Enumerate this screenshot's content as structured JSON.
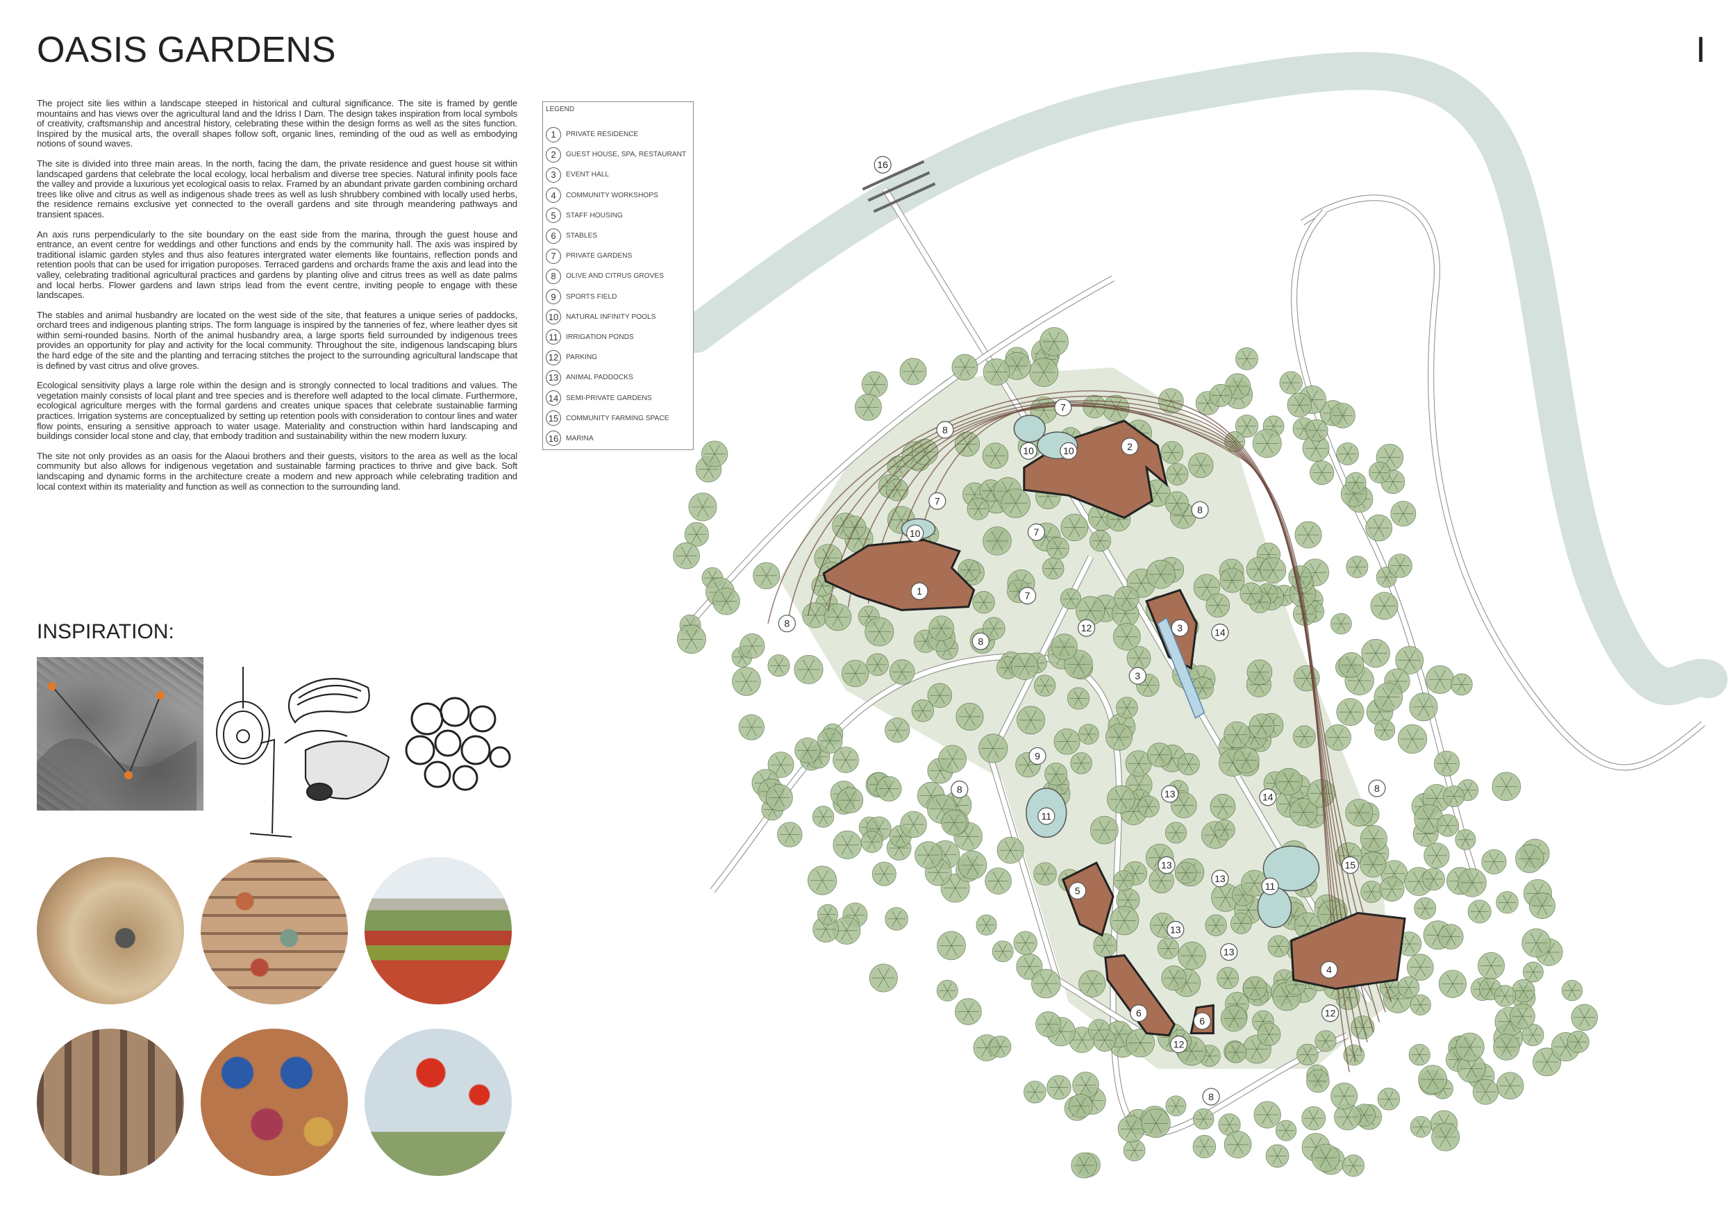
{
  "title": "OASIS GARDENS",
  "page_number": "I",
  "paragraphs": [
    "The project site lies within a landscape steeped in historical and cultural significance. The site is framed by gentle mountains and has views over the agricultural land and the Idriss I Dam. The design takes inspiration from local symbols of creativity, craftsmanship and ancestral history, celebrating these within the design forms as well as the sites function. Inspired by the musical arts, the overall shapes follow soft, organic lines, reminding of the oud as well as embodying notions of sound waves.",
    "The site is divided into three main areas. In the north, facing the dam, the private residence and guest house sit within landscaped gardens that celebrate the local ecology, local herbalism and diverse tree species. Natural infinity pools face the valley and provide a luxurious yet ecological oasis to relax. Framed by an abundant private garden combining orchard trees like olive and citrus as well as indigenous shade trees as well as lush shrubbery combined with locally used herbs, the residence remains exclusive yet connected to the overall gardens and site through meandering pathways and transient spaces.",
    "An axis runs perpendicularly to the site boundary on the east side from the marina, through the guest house and entrance, an event centre for weddings and other functions and ends by the community hall. The axis was inspired by traditional islamic garden styles and thus also features intergrated water elements like fountains, reflection ponds and retention pools that can be used for irrigation puroposes. Terraced gardens and orchards frame the axis and lead into the valley, celebrating traditional agricultural practices and gardens by planting olive and citrus trees as well as date palms and local herbs. Flower gardens and lawn strips lead from the event centre, inviting people to engage with these landscapes.",
    "The stables and animal husbandry are located on the west side of the site, that features a unique series of paddocks, orchard trees and indigenous planting strips. The form language is inspired by the tanneries of fez, where leather dyes sit within semi-rounded basins. North of the animal husbandry area, a large sports field surrounded by indigenous trees provides an opportunity for play and activity for the local community. Throughout the site, indigenous landscaping blurs the hard edge of the site and the planting and terracing stitches the project to the surrounding agricultural landscape that is defined by vast citrus and olive groves.",
    "Ecological sensitivity plays a large role within the design and is strongly connected to local traditions and values. The vegetation mainly consists of local plant and tree species and is therefore well adapted to the local climate. Furthermore, ecological agriculture merges with the formal gardens and creates unique spaces that celebrate sustainablie farming practices. Irrigation systems are conceptualized by setting up retention pools with consideration to contour lines and water flow points, ensuring a sensitive approach to water usage. Materiality and construction within hard landscaping and buildings consider local stone and clay, that embody tradition and sustainability within the new modern luxury.",
    "The site not only provides as an oasis for the Alaoui brothers and their guests, visitors to the area as well as the local community but also allows for indigenous vegetation and sustainable farming practices to thrive and give back. Soft landscaping and dynamic forms in the architecture create a modern and new approach while celebrating tradition and local context within its materiality and function as well as connection to the surrounding land."
  ],
  "legend": {
    "title": "LEGEND",
    "items": [
      {
        "num": "1",
        "label": "PRIVATE RESIDENCE"
      },
      {
        "num": "2",
        "label": "GUEST HOUSE, SPA, RESTAURANT"
      },
      {
        "num": "3",
        "label": "EVENT HALL"
      },
      {
        "num": "4",
        "label": "COMMUNITY WORKSHOPS"
      },
      {
        "num": "5",
        "label": "STAFF HOUSING"
      },
      {
        "num": "6",
        "label": "STABLES"
      },
      {
        "num": "7",
        "label": "PRIVATE GARDENS"
      },
      {
        "num": "8",
        "label": "OLIVE AND CITRUS GROVES"
      },
      {
        "num": "9",
        "label": "SPORTS FIELD"
      },
      {
        "num": "10",
        "label": "NATURAL INFINITY POOLS"
      },
      {
        "num": "11",
        "label": "IRRIGATION PONDS"
      },
      {
        "num": "12",
        "label": "PARKING"
      },
      {
        "num": "13",
        "label": "ANIMAL PADDOCKS"
      },
      {
        "num": "14",
        "label": "SEMI-PRIVATE GARDENS"
      },
      {
        "num": "15",
        "label": "COMMUNITY FARMING SPACE"
      },
      {
        "num": "16",
        "label": "MARINA"
      }
    ]
  },
  "inspiration_title": "INSPIRATION:",
  "map_labels": [
    "16",
    "7",
    "8",
    "10",
    "10",
    "2",
    "7",
    "7",
    "10",
    "8",
    "1",
    "7",
    "8",
    "8",
    "12",
    "3",
    "14",
    "3",
    "9",
    "8",
    "13",
    "14",
    "8",
    "11",
    "13",
    "15",
    "13",
    "11",
    "5",
    "13",
    "13",
    "4",
    "12",
    "6",
    "6",
    "12",
    "8"
  ],
  "colors": {
    "building": "#a86f55",
    "water": "#b9d8d3",
    "river": "#d5e1dc",
    "tree": "#a9bf95",
    "tree_dark": "#5e7a4f",
    "contour": "#6d4a3e"
  }
}
